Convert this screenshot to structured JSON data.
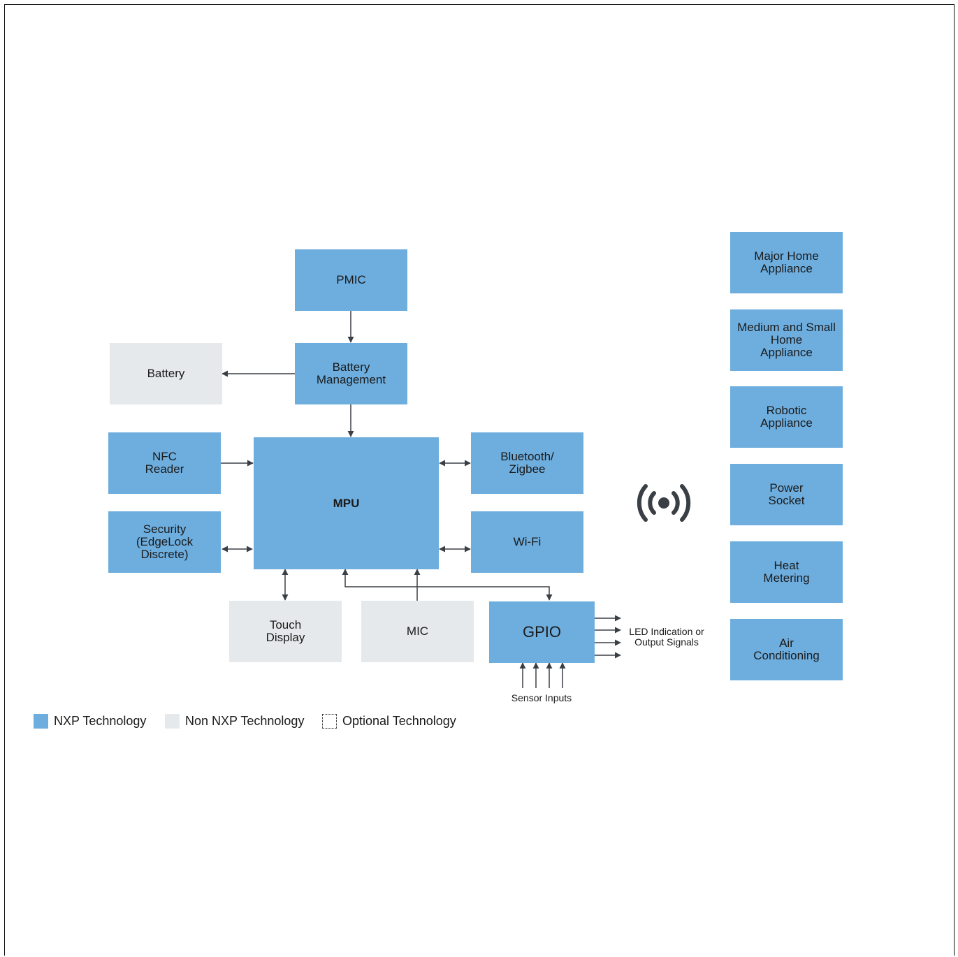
{
  "blocks": {
    "pmic": "PMIC",
    "battery_management": "Battery\nManagement",
    "battery": "Battery",
    "nfc_reader": "NFC\nReader",
    "security": "Security\n(EdgeLock\nDiscrete)",
    "mpu": "MPU",
    "bluetooth": "Bluetooth/\nZigbee",
    "wifi": "Wi-Fi",
    "touch_display": "Touch\nDisplay",
    "mic": "MIC",
    "gpio": "GPIO"
  },
  "appliances": [
    "Major Home\nAppliance",
    "Medium and Small\nHome\nAppliance",
    "Robotic\nAppliance",
    "Power\nSocket",
    "Heat\nMetering",
    "Air\nConditioning"
  ],
  "labels": {
    "led_output": "LED Indication or\nOutput Signals",
    "sensor_inputs": "Sensor Inputs"
  },
  "legend": {
    "nxp": "NXP Technology",
    "non_nxp": "Non NXP Technology",
    "optional": "Optional Technology"
  },
  "colors": {
    "nxp": "#6eaedf",
    "non_nxp": "#e6e9eb",
    "line": "#3a3f45"
  },
  "icons": {
    "wireless": "wireless-signal-icon"
  }
}
